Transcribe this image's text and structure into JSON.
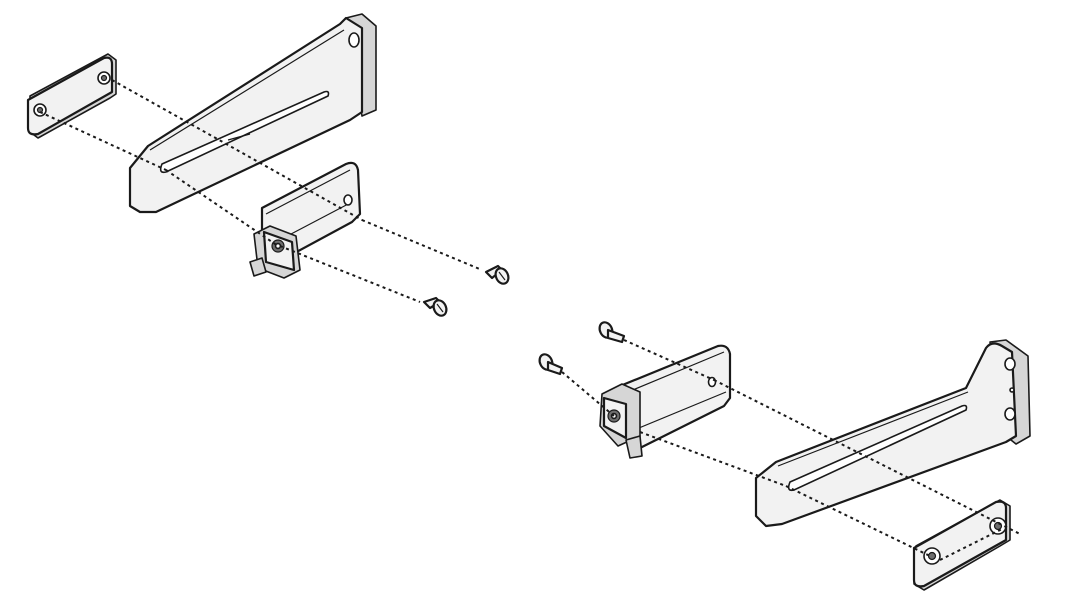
{
  "diagram": {
    "type": "exploded-assembly",
    "colors": {
      "background": "#ffffff",
      "outline": "#1a1a1a",
      "metal": "#f2f2f2",
      "shade": "#d6d6d6"
    },
    "assemblies": [
      {
        "id": "upper-left",
        "parts": [
          "plate",
          "long-bracket",
          "slide-bracket",
          "screw",
          "screw"
        ]
      },
      {
        "id": "lower-right",
        "parts": [
          "screw",
          "screw",
          "slide-bracket",
          "long-bracket",
          "plate"
        ]
      }
    ]
  }
}
